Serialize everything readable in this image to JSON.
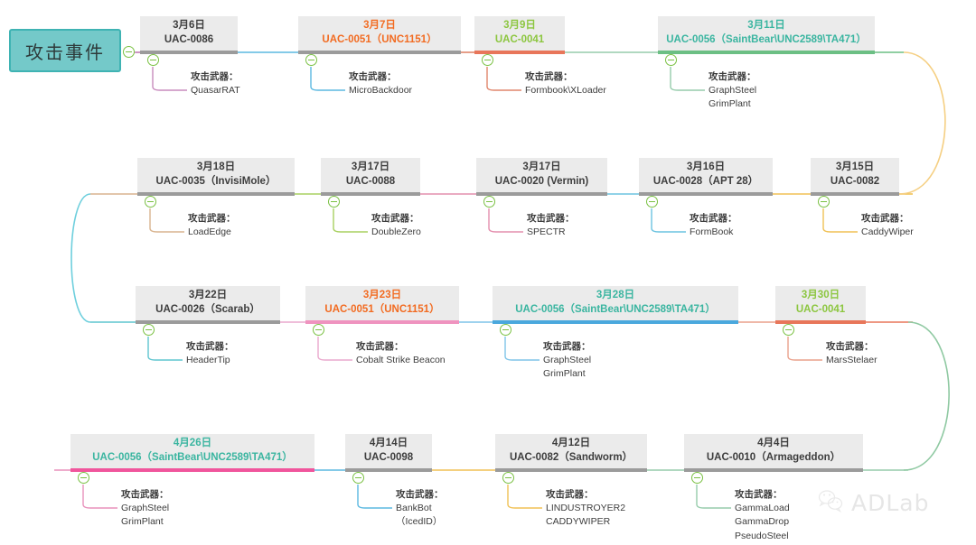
{
  "root": {
    "label": "攻击事件",
    "fill": "#74c9c9",
    "stroke": "#3fb3b3"
  },
  "weapon_caption": "攻击武器：",
  "watermark": {
    "text": "ADLab",
    "icon": "wechat-icon"
  },
  "rows": [
    {
      "id": "row-1",
      "events": [
        {
          "date": "3月6日",
          "actor": "UAC-0086",
          "date_color": "#3d3d3d",
          "actor_color": "#3d3d3d",
          "bar_color": "#9b9b9b",
          "link_color": "#c88bbd",
          "weapons": [
            "QuasarRAT"
          ]
        },
        {
          "date": "3月7日",
          "actor": "UAC-0051（UNC1151）",
          "date_color": "#f26b21",
          "actor_color": "#f26b21",
          "bar_color": "#9b9b9b",
          "link_color": "#5bb8e0",
          "weapons": [
            "MicroBackdoor"
          ]
        },
        {
          "date": "3月9日",
          "actor": "UAC-0041",
          "date_color": "#8cc63f",
          "actor_color": "#8cc63f",
          "bar_color": "#e8765a",
          "link_color": "#e0856b",
          "weapons": [
            "Formbook\\XLoader"
          ]
        },
        {
          "date": "3月11日",
          "actor": "UAC-0056（SaintBear\\UNC2589\\TA471）",
          "date_color": "#3ab5a0",
          "actor_color": "#3ab5a0",
          "bar_color": "#6cbf84",
          "link_color": "#96ccab",
          "weapons": [
            "GraphSteel",
            "GrimPlant"
          ]
        }
      ]
    },
    {
      "id": "row-2",
      "events": [
        {
          "date": "3月18日",
          "actor": "UAC-0035（InvisiMole）",
          "date_color": "#3d3d3d",
          "actor_color": "#3d3d3d",
          "bar_color": "#9b9b9b",
          "link_color": "#d9b48f",
          "weapons": [
            "LoadEdge"
          ]
        },
        {
          "date": "3月17日",
          "actor": "UAC-0088",
          "date_color": "#3d3d3d",
          "actor_color": "#3d3d3d",
          "bar_color": "#9b9b9b",
          "link_color": "#a8d060",
          "weapons": [
            "DoubleZero"
          ]
        },
        {
          "date": "3月17日",
          "actor": "UAC-0020 (Vermin)",
          "date_color": "#3d3d3d",
          "actor_color": "#3d3d3d",
          "bar_color": "#9b9b9b",
          "link_color": "#e48fae",
          "weapons": [
            "SPECTR"
          ]
        },
        {
          "date": "3月16日",
          "actor": "UAC-0028（APT 28）",
          "date_color": "#3d3d3d",
          "actor_color": "#3d3d3d",
          "bar_color": "#9b9b9b",
          "link_color": "#6cc3e0",
          "weapons": [
            "FormBook"
          ]
        },
        {
          "date": "3月15日",
          "actor": "UAC-0082",
          "date_color": "#3d3d3d",
          "actor_color": "#3d3d3d",
          "bar_color": "#9b9b9b",
          "link_color": "#f0c155",
          "weapons": [
            "CaddyWiper"
          ]
        }
      ]
    },
    {
      "id": "row-3",
      "events": [
        {
          "date": "3月22日",
          "actor": "UAC-0026（Scarab）",
          "date_color": "#3d3d3d",
          "actor_color": "#3d3d3d",
          "bar_color": "#9b9b9b",
          "link_color": "#5fc5cf",
          "weapons": [
            "HeaderTip"
          ]
        },
        {
          "date": "3月23日",
          "actor": "UAC-0051（UNC1151）",
          "date_color": "#f26b21",
          "actor_color": "#f26b21",
          "bar_color": "#ef93bf",
          "link_color": "#eaa8cd",
          "weapons": [
            "Cobalt Strike Beacon"
          ]
        },
        {
          "date": "3月28日",
          "actor": "UAC-0056（SaintBear\\UNC2589\\TA471）",
          "date_color": "#3ab5a0",
          "actor_color": "#3ab5a0",
          "bar_color": "#4aa8dd",
          "link_color": "#7fc4e8",
          "weapons": [
            "GraphSteel",
            "GrimPlant"
          ]
        },
        {
          "date": "3月30日",
          "actor": "UAC-0041",
          "date_color": "#8cc63f",
          "actor_color": "#8cc63f",
          "bar_color": "#e8765a",
          "link_color": "#eaa18c",
          "weapons": [
            "MarsStelaer"
          ]
        }
      ]
    },
    {
      "id": "row-4",
      "events": [
        {
          "date": "4月26日",
          "actor": "UAC-0056（SaintBear\\UNC2589\\TA471）",
          "date_color": "#3ab5a0",
          "actor_color": "#3ab5a0",
          "bar_color": "#f0559c",
          "link_color": "#e891bb",
          "weapons": [
            "GraphSteel",
            "GrimPlant"
          ]
        },
        {
          "date": "4月14日",
          "actor": "UAC-0098",
          "date_color": "#3d3d3d",
          "actor_color": "#3d3d3d",
          "bar_color": "#9b9b9b",
          "link_color": "#5bb8e0",
          "weapons": [
            "BankBot",
            "（IcedID）"
          ]
        },
        {
          "date": "4月12日",
          "actor": "UAC-0082（Sandworm）",
          "date_color": "#3d3d3d",
          "actor_color": "#3d3d3d",
          "bar_color": "#9b9b9b",
          "link_color": "#f0c155",
          "weapons": [
            "LINDUSTROYER2",
            "CADDYWIPER"
          ]
        },
        {
          "date": "4月4日",
          "actor": "UAC-0010（Armageddon）",
          "date_color": "#3d3d3d",
          "actor_color": "#3d3d3d",
          "bar_color": "#9b9b9b",
          "link_color": "#96ccab",
          "weapons": [
            "GammaLoad",
            "GammaDrop",
            "PseudoSteel"
          ]
        }
      ]
    }
  ],
  "row_connectors": [
    {
      "from": "row-1",
      "to": "row-2",
      "side": "right",
      "color": "#f5cf82"
    },
    {
      "from": "row-2",
      "to": "row-3",
      "side": "left",
      "color": "#6ecfdd"
    },
    {
      "from": "row-3",
      "to": "row-4",
      "side": "right",
      "color": "#8fc9a2"
    }
  ],
  "root_link_color": "#c88bbd"
}
